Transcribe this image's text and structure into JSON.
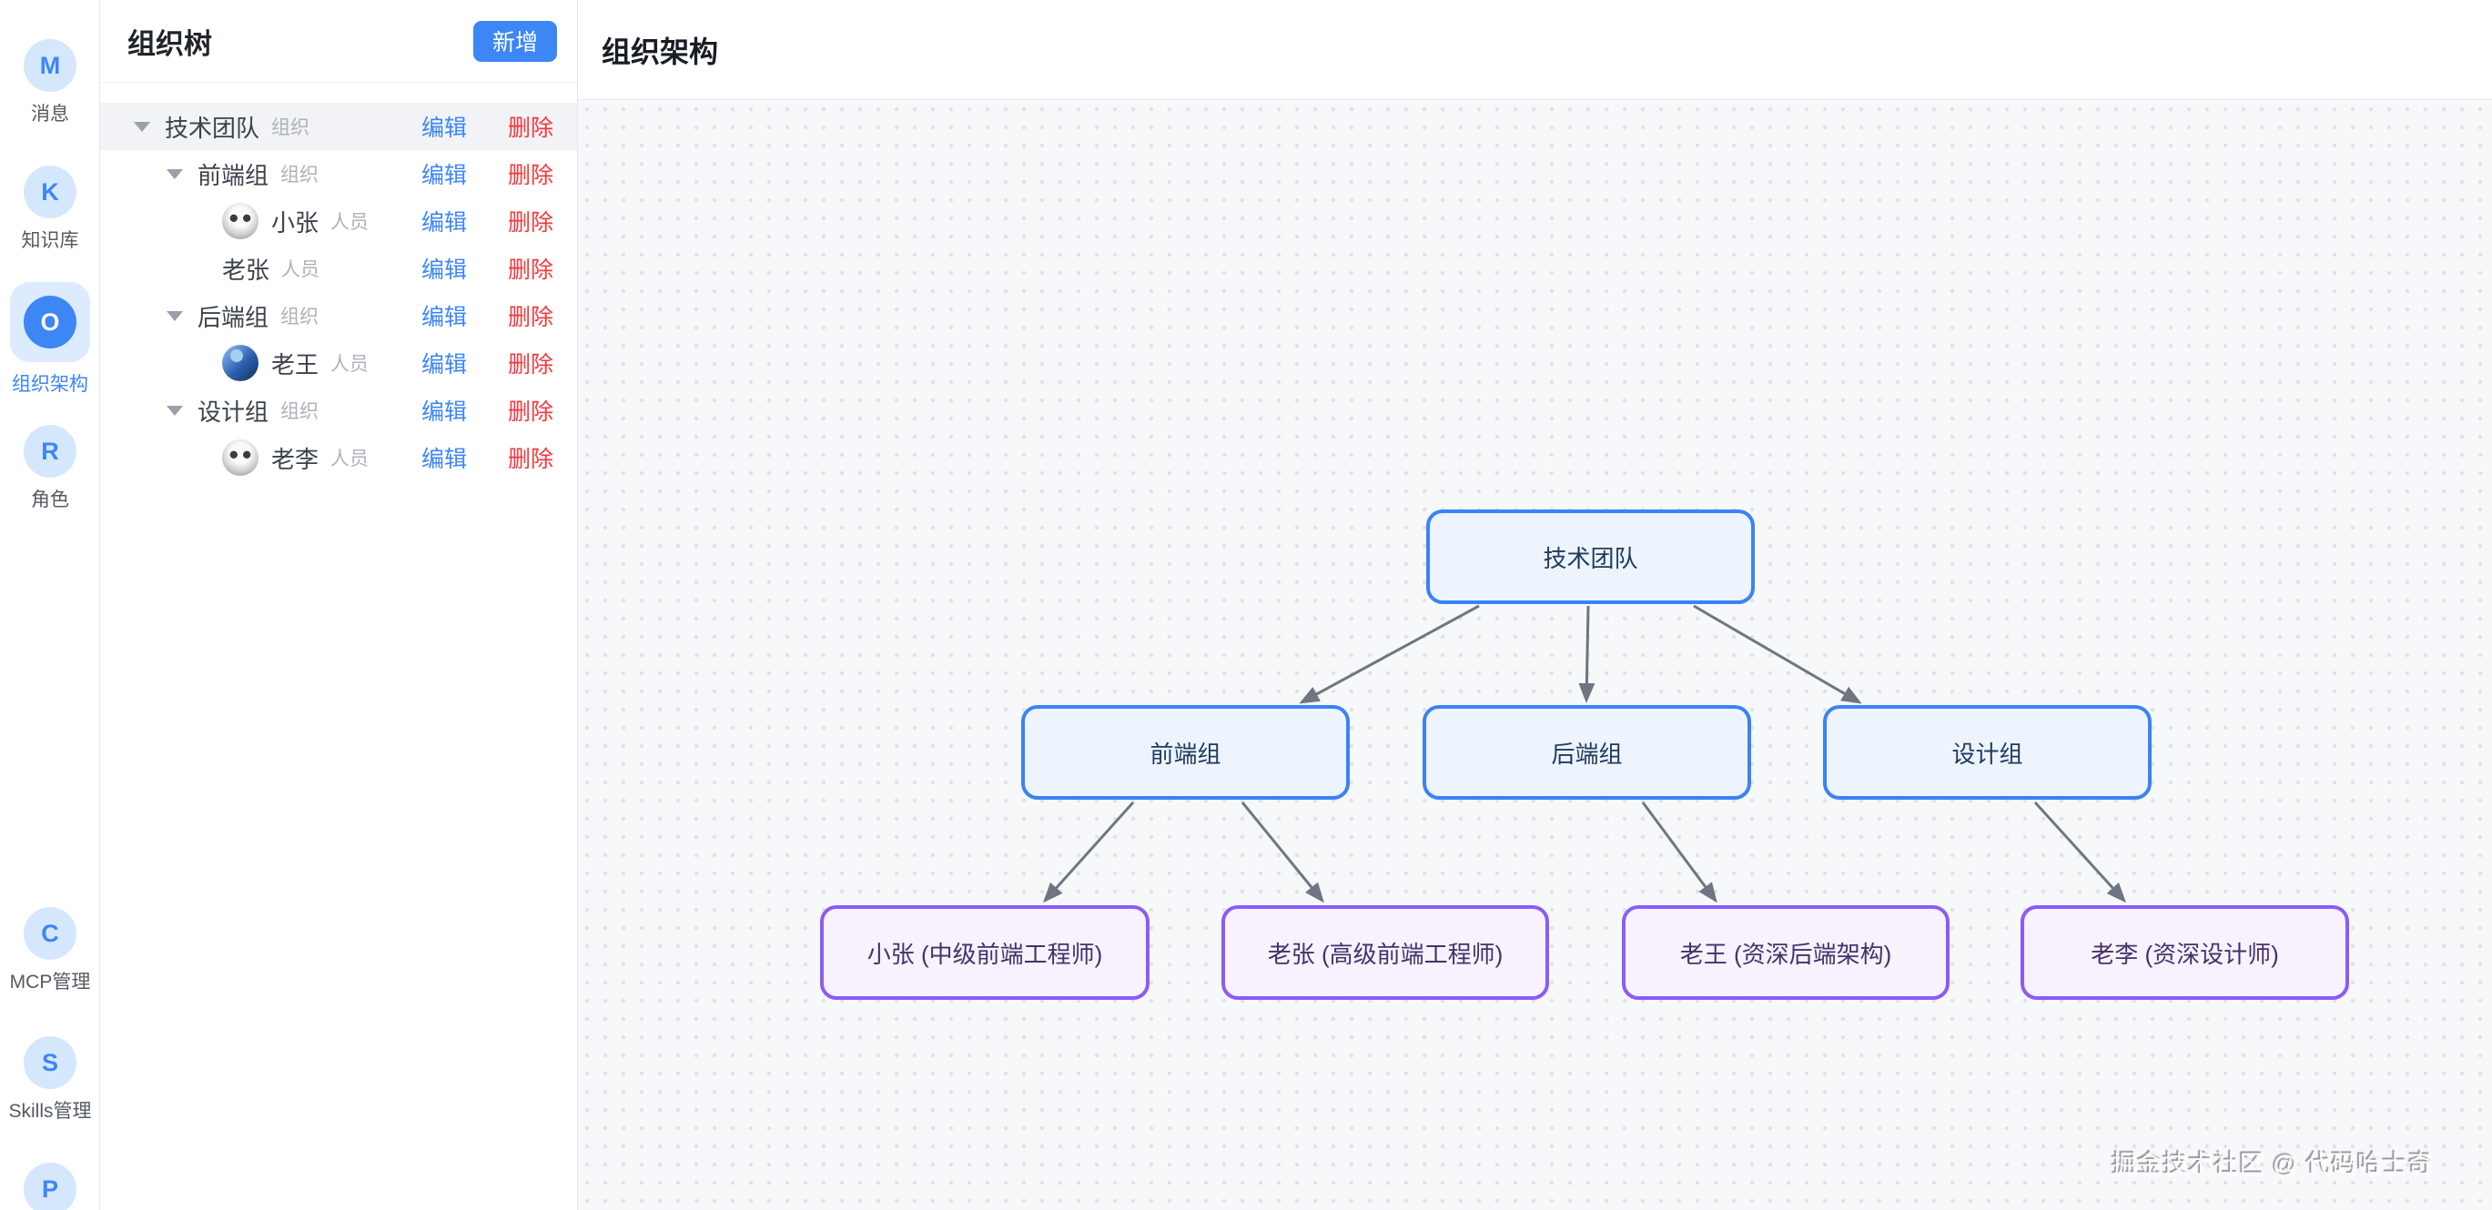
{
  "colors": {
    "accent_blue": "#3d86f6",
    "danger_red": "#f5383d",
    "org_node_border": "#3b82f6",
    "org_node_fill": "#edf4fe",
    "person_node_border": "#8b5cf6",
    "person_node_fill": "#f7f2fd",
    "edge_gray": "#6e7681",
    "active_nav_bg": "#dcebfd"
  },
  "nav_rail": {
    "items": [
      {
        "letter": "M",
        "label": "消息",
        "active": false
      },
      {
        "letter": "K",
        "label": "知识库",
        "active": false
      },
      {
        "letter": "O",
        "label": "组织架构",
        "active": true
      },
      {
        "letter": "R",
        "label": "角色",
        "active": false
      },
      {
        "letter": "C",
        "label": "MCP管理",
        "active": false
      },
      {
        "letter": "S",
        "label": "Skills管理",
        "active": false
      },
      {
        "letter": "P",
        "label": "",
        "active": false
      }
    ]
  },
  "sidebar": {
    "title": "组织树",
    "add_button_label": "新增",
    "edit_label": "编辑",
    "delete_label": "删除",
    "tree": [
      {
        "name": "技术团队",
        "tag": "组织",
        "level": 0,
        "caret": true,
        "avatar": null,
        "selected": true
      },
      {
        "name": "前端组",
        "tag": "组织",
        "level": 1,
        "caret": true,
        "avatar": null,
        "selected": false
      },
      {
        "name": "小张",
        "tag": "人员",
        "level": 2,
        "caret": false,
        "avatar": "husky-photo",
        "selected": false
      },
      {
        "name": "老张",
        "tag": "人员",
        "level": 2,
        "caret": false,
        "avatar": null,
        "selected": false
      },
      {
        "name": "后端组",
        "tag": "组织",
        "level": 1,
        "caret": true,
        "avatar": null,
        "selected": false
      },
      {
        "name": "老王",
        "tag": "人员",
        "level": 2,
        "caret": false,
        "avatar": "truck-photo",
        "selected": false
      },
      {
        "name": "设计组",
        "tag": "组织",
        "level": 1,
        "caret": true,
        "avatar": null,
        "selected": false
      },
      {
        "name": "老李",
        "tag": "人员",
        "level": 2,
        "caret": false,
        "avatar": "husky-photo",
        "selected": false
      }
    ]
  },
  "main": {
    "title": "组织架构",
    "watermark": "掘金技术社区 @ 代码哈士奇"
  },
  "org_chart": {
    "nodes": [
      {
        "id": "root",
        "label": "技术团队",
        "type": "org"
      },
      {
        "id": "frontend",
        "label": "前端组",
        "type": "org"
      },
      {
        "id": "backend",
        "label": "后端组",
        "type": "org"
      },
      {
        "id": "design",
        "label": "设计组",
        "type": "org"
      },
      {
        "id": "p1",
        "label": "小张 (中级前端工程师)",
        "type": "person"
      },
      {
        "id": "p2",
        "label": "老张 (高级前端工程师)",
        "type": "person"
      },
      {
        "id": "p3",
        "label": "老王 (资深后端架构)",
        "type": "person"
      },
      {
        "id": "p4",
        "label": "老李 (资深设计师)",
        "type": "person"
      }
    ],
    "edges": [
      [
        "root",
        "frontend"
      ],
      [
        "root",
        "backend"
      ],
      [
        "root",
        "design"
      ],
      [
        "frontend",
        "p1"
      ],
      [
        "frontend",
        "p2"
      ],
      [
        "backend",
        "p3"
      ],
      [
        "design",
        "p4"
      ]
    ]
  }
}
